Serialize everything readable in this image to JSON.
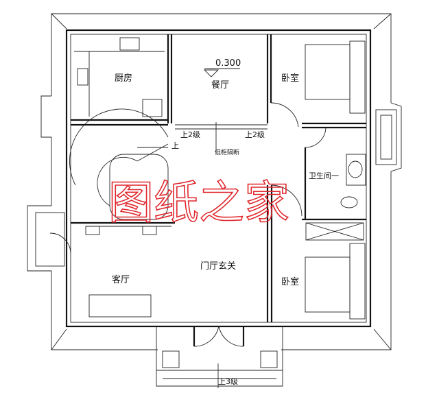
{
  "rooms": {
    "kitchen": "厨房",
    "dining": "餐厅",
    "bedroom_top": "卧室",
    "bathroom": "卫生间一",
    "foyer": "门厅玄关",
    "living": "客厅",
    "bedroom_bottom": "卧室"
  },
  "annotations": {
    "elevation": "0.300",
    "step_left": "上2级",
    "step_right": "上2级",
    "stair_up": "上",
    "cabinet_partition": "低柜隔断",
    "entrance_steps": "上3级"
  },
  "watermark": "图纸之家",
  "colors": {
    "lines": "#111111",
    "watermark": "#e0282e"
  }
}
